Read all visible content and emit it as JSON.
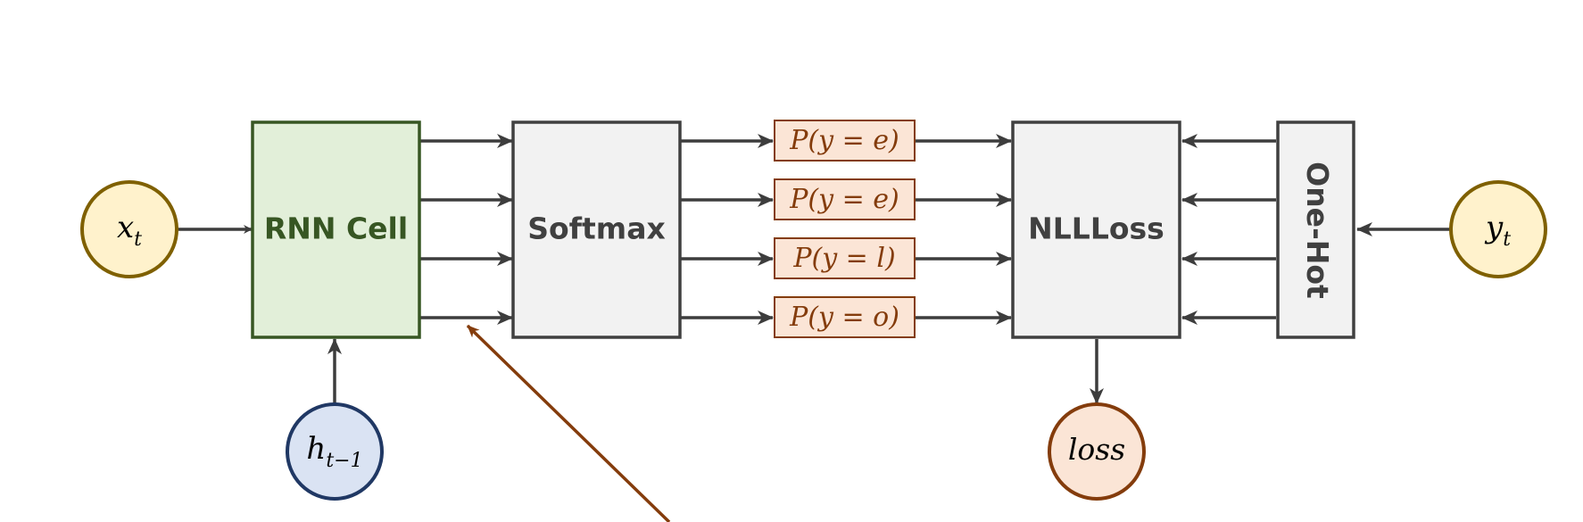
{
  "colors": {
    "line": "#3d3d3d",
    "rnn_fill": "#e2efd9",
    "rnn_stroke": "#375623",
    "rnn_text": "#375623",
    "box_fill": "#f2f2f2",
    "box_stroke": "#404040",
    "box_text": "#404040",
    "input_fill": "#fff2cc",
    "input_stroke": "#7f6000",
    "hidden_fill": "#dae3f3",
    "hidden_stroke": "#203864",
    "prob_fill": "#fbe5d6",
    "prob_stroke": "#843c0c",
    "prob_text": "#843c0c",
    "loss_fill": "#fbe5d6",
    "loss_stroke": "#843c0c",
    "pointer": "#843c0c",
    "math_text": "#000000"
  },
  "boxes": {
    "rnn_cell": "RNN Cell",
    "softmax": "Softmax",
    "nllloss": "NLLLoss",
    "one_hot": "One-Hot"
  },
  "nodes": {
    "x_input": {
      "base": "x",
      "sub": "t"
    },
    "y_target": {
      "base": "y",
      "sub": "t"
    },
    "h_prev": {
      "base": "h",
      "sub": "t−1"
    },
    "loss": {
      "text": "loss"
    }
  },
  "probabilities": [
    "P(y = e)",
    "P(y = e)",
    "P(y = l)",
    "P(y = o)"
  ]
}
